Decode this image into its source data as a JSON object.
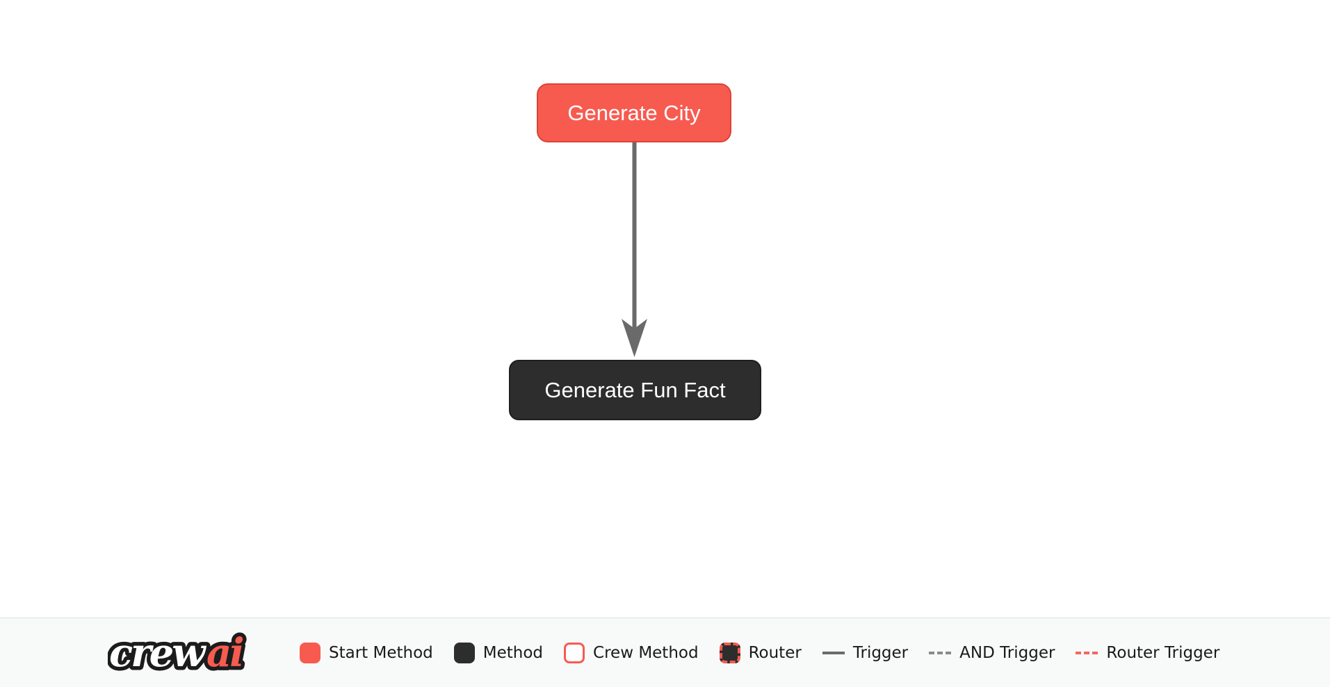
{
  "canvas": {
    "nodes": [
      {
        "label": "Generate City",
        "type": "start-method"
      },
      {
        "label": "Generate Fun Fact",
        "type": "method"
      }
    ],
    "edges": [
      {
        "from": "Generate City",
        "to": "Generate Fun Fact",
        "type": "trigger"
      }
    ]
  },
  "legend": {
    "logo": {
      "white_part": "crew",
      "red_part": "ai"
    },
    "items": [
      {
        "label": "Start Method",
        "swatch": "start-method-swatch"
      },
      {
        "label": "Method",
        "swatch": "method-swatch"
      },
      {
        "label": "Crew Method",
        "swatch": "crew-method-swatch"
      },
      {
        "label": "Router",
        "swatch": "router-swatch"
      },
      {
        "label": "Trigger",
        "swatch": "trigger-line-swatch"
      },
      {
        "label": "AND Trigger",
        "swatch": "and-trigger-line-swatch"
      },
      {
        "label": "Router Trigger",
        "swatch": "router-trigger-line-swatch"
      }
    ]
  },
  "colors": {
    "start_method_fill": "#F75B50",
    "start_method_border": "#DB4337",
    "method_fill": "#2D2D2D",
    "method_border": "#1F1F1F",
    "trigger_line": "#6A6A6A",
    "and_trigger_line": "#8A8A8A",
    "router_trigger_line": "#F2675E",
    "node_text": "#FFFFFF",
    "legend_text": "#1A1A1A",
    "legend_background": "#F8F9F9"
  }
}
